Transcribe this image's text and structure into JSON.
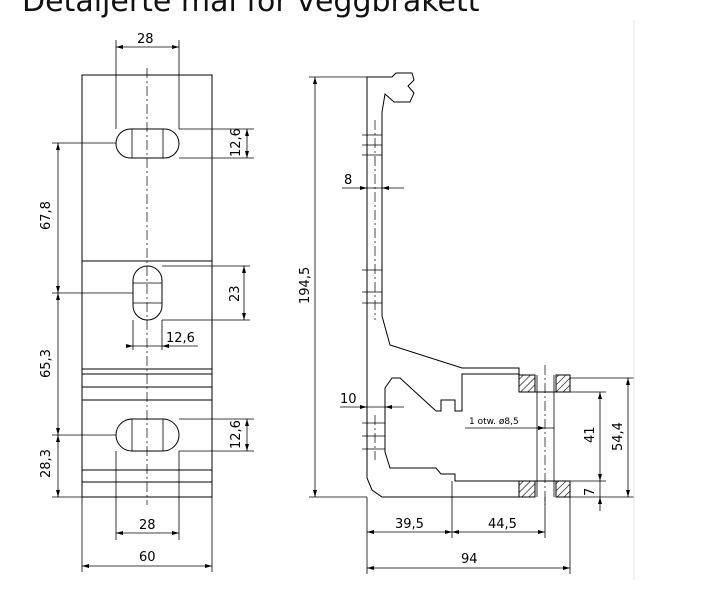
{
  "title": "Detaljerte mål for veggbrakett",
  "front_view": {
    "dims": {
      "slot_width_top": "28",
      "slot_height_top": "12,6",
      "spacing_upper": "67,8",
      "center_slot_height": "23",
      "center_slot_width": "12,6",
      "spacing_lower": "65,3",
      "slot_height_bottom": "12,6",
      "bottom_offset": "28,3",
      "slot_width_bottom": "28",
      "overall_width": "60"
    }
  },
  "side_view": {
    "dims": {
      "overall_height": "194,5",
      "wall_thickness_upper": "8",
      "wall_thickness_lower": "10",
      "hole_note": "1 otw. ø8,5",
      "hole_spacing": "41",
      "foot_height": "54,4",
      "foot_bottom": "7",
      "base_offset": "39,5",
      "hole_offset": "44,5",
      "overall_depth": "94"
    }
  }
}
